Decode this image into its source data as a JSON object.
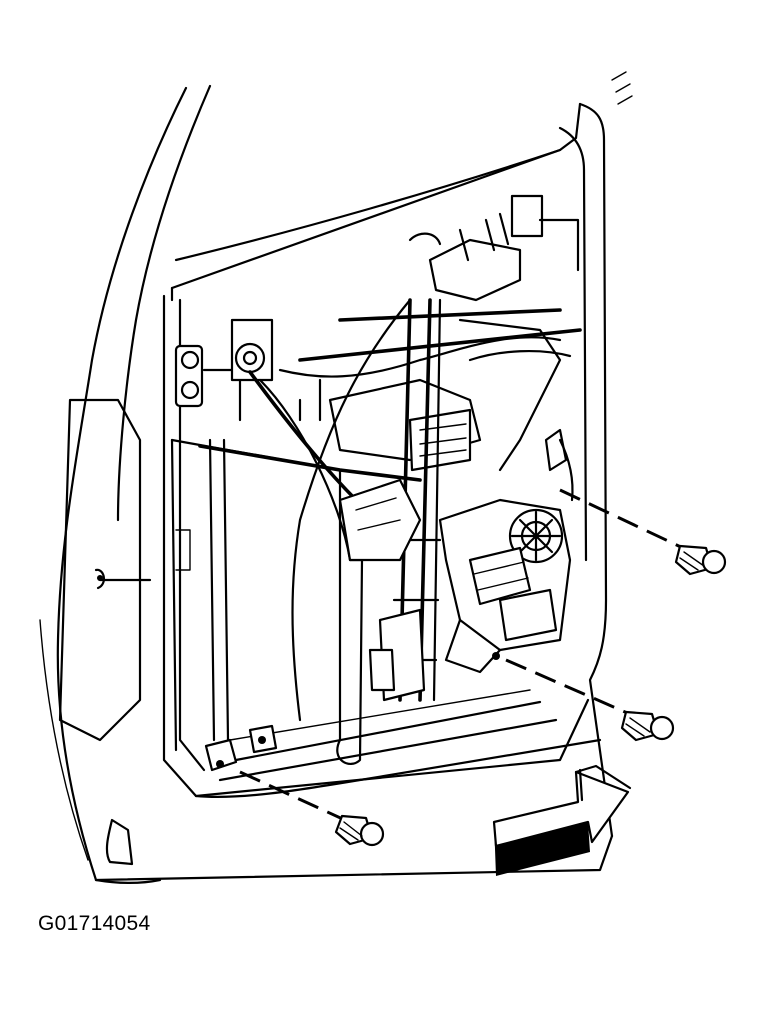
{
  "figure": {
    "caption": "G01714054",
    "colors": {
      "line": "#000000",
      "background": "#ffffff"
    },
    "parts": [
      "door-frame",
      "door-inner-panel",
      "window-regulator",
      "window-regulator-motor",
      "regulator-bolt-upper",
      "regulator-bolt-lower-rear",
      "regulator-bolt-lower-front",
      "direction-arrow"
    ]
  }
}
